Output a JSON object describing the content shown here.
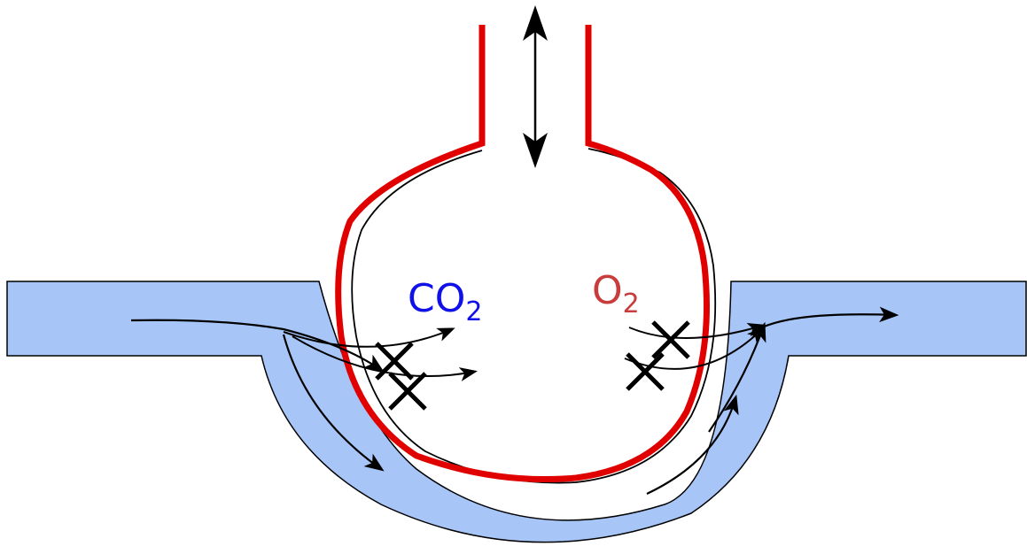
{
  "labels": {
    "co2": {
      "main": "CO",
      "sub": "2"
    },
    "o2": {
      "main": "O",
      "sub": "2"
    }
  },
  "colors": {
    "vessel_fill": "#a7c6f7",
    "alveolus_wall": "#e00000",
    "outline": "#000000",
    "co2_text": "#1010e8",
    "o2_text": "#c83c3c",
    "background": "#ffffff"
  }
}
